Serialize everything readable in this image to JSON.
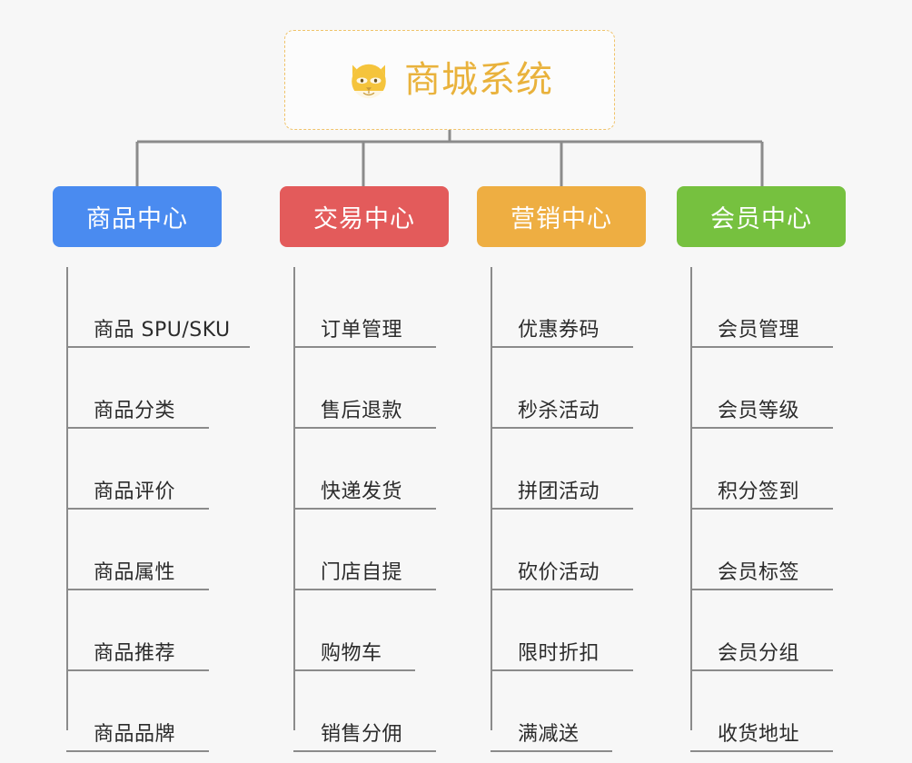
{
  "root": {
    "title": "商城系统",
    "icon": "shiba-dog-face-icon",
    "title_color": "#e9b23c",
    "border_color": "#f0c36a",
    "background": "#fcfcfc"
  },
  "canvas": {
    "background": "#f7f7f7",
    "connector_color": "#8b8b8b"
  },
  "categories": [
    {
      "label": "商品中心",
      "color": "#4a8bf0",
      "children": [
        {
          "label": "商品 SPU/SKU",
          "underline_width": 202
        },
        {
          "label": "商品分类",
          "underline_width": 157
        },
        {
          "label": "商品评价",
          "underline_width": 157
        },
        {
          "label": "商品属性",
          "underline_width": 157
        },
        {
          "label": "商品推荐",
          "underline_width": 157
        },
        {
          "label": "商品品牌",
          "underline_width": 157
        }
      ]
    },
    {
      "label": "交易中心",
      "color": "#e35b5b",
      "children": [
        {
          "label": "订单管理",
          "underline_width": 157
        },
        {
          "label": "售后退款",
          "underline_width": 157
        },
        {
          "label": "快递发货",
          "underline_width": 157
        },
        {
          "label": "门店自提",
          "underline_width": 157
        },
        {
          "label": "购物车",
          "underline_width": 134
        },
        {
          "label": "销售分佣",
          "underline_width": 157
        }
      ]
    },
    {
      "label": "营销中心",
      "color": "#eeae42",
      "children": [
        {
          "label": "优惠券码",
          "underline_width": 157
        },
        {
          "label": "秒杀活动",
          "underline_width": 157
        },
        {
          "label": "拼团活动",
          "underline_width": 157
        },
        {
          "label": "砍价活动",
          "underline_width": 157
        },
        {
          "label": "限时折扣",
          "underline_width": 157
        },
        {
          "label": "满减送",
          "underline_width": 134
        }
      ]
    },
    {
      "label": "会员中心",
      "color": "#76c13f",
      "children": [
        {
          "label": "会员管理",
          "underline_width": 157
        },
        {
          "label": "会员等级",
          "underline_width": 157
        },
        {
          "label": "积分签到",
          "underline_width": 157
        },
        {
          "label": "会员标签",
          "underline_width": 157
        },
        {
          "label": "会员分组",
          "underline_width": 157
        },
        {
          "label": "收货地址",
          "underline_width": 157
        }
      ]
    }
  ]
}
